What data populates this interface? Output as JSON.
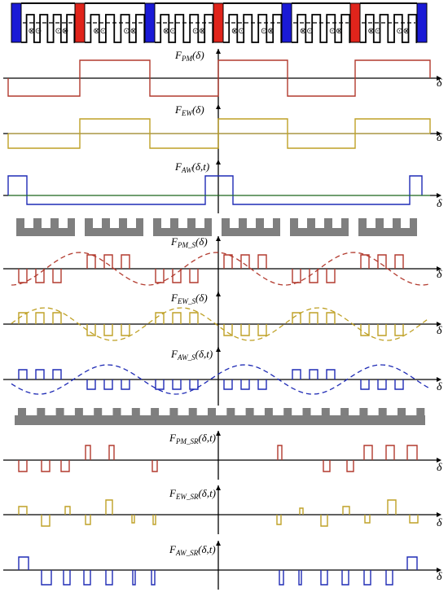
{
  "colors": {
    "pm": "#b23a2e",
    "ew": "#bfa126",
    "aw": "#1f2bb5",
    "core": "#7f7f7f",
    "magnet_red": "#e0241b",
    "magnet_blue": "#1a1ad6",
    "coil": "#000000"
  },
  "machine": {
    "magnets": [
      "blue",
      "red",
      "blue",
      "red",
      "blue",
      "red",
      "blue"
    ],
    "coil_symbols": [
      "⊗",
      "⊙"
    ]
  },
  "plots": [
    {
      "id": "F_PM",
      "label": {
        "base": "F",
        "sub": "PM",
        "args": "(δ)"
      },
      "x_label": "δ",
      "color_key": "pm"
    },
    {
      "id": "F_EW",
      "label": {
        "base": "F",
        "sub": "EW",
        "args": "(δ)"
      },
      "x_label": "δ",
      "color_key": "ew"
    },
    {
      "id": "F_AW",
      "label": {
        "base": "F",
        "sub": "AW",
        "args": "(δ,t)"
      },
      "x_label": "δ",
      "color_key": "aw"
    },
    {
      "id": "F_PM_S",
      "label": {
        "base": "F",
        "sub": "PM_S",
        "args": "(δ)"
      },
      "x_label": "δ",
      "color_key": "pm"
    },
    {
      "id": "F_EW_S",
      "label": {
        "base": "F",
        "sub": "EW_S",
        "args": "(δ)"
      },
      "x_label": "δ",
      "color_key": "ew"
    },
    {
      "id": "F_AW_S",
      "label": {
        "base": "F",
        "sub": "AW_S",
        "args": "(δ,t)"
      },
      "x_label": "δ",
      "color_key": "aw"
    },
    {
      "id": "F_PM_SR",
      "label": {
        "base": "F",
        "sub": "PM_SR",
        "args": "(δ,t)"
      },
      "x_label": "δ",
      "color_key": "pm"
    },
    {
      "id": "F_EW_SR",
      "label": {
        "base": "F",
        "sub": "EW_SR",
        "args": "(δ,t)"
      },
      "x_label": "δ",
      "color_key": "ew"
    },
    {
      "id": "F_AW_SR",
      "label": {
        "base": "F",
        "sub": "AW_SR",
        "args": "(δ,t)"
      },
      "x_label": "δ",
      "color_key": "aw"
    }
  ]
}
